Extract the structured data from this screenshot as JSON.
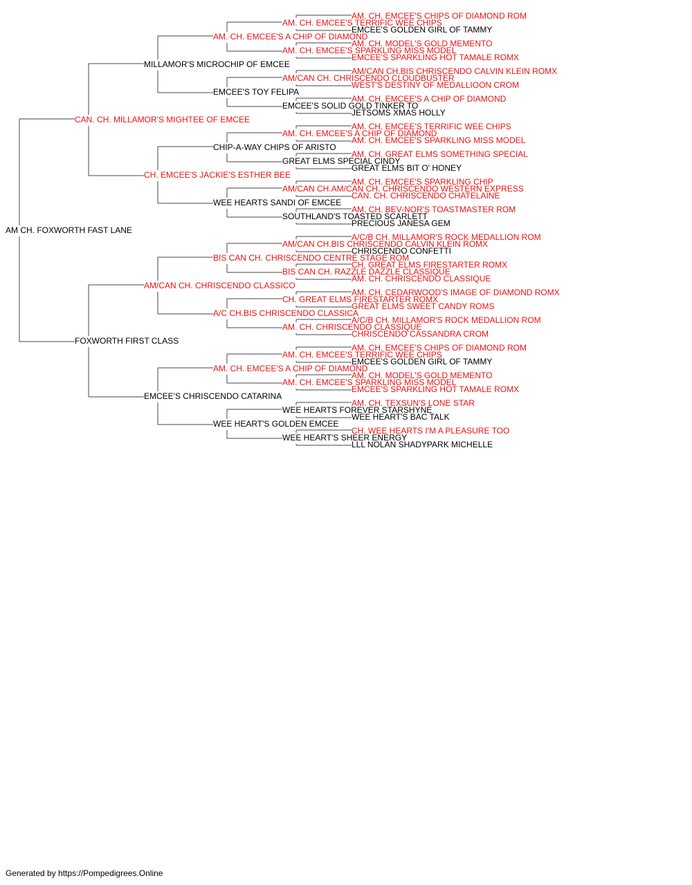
{
  "colors": {
    "champion": "#ee1111",
    "normal": "#000000",
    "line": "#444444"
  },
  "pedigree": {
    "name": "AM CH. FOXWORTH FAST LANE",
    "sire": {
      "name": "CAN. CH. MILLAMOR'S MIGHTEE OF EMCEE",
      "ch": true,
      "sire": {
        "name": "MILLAMOR'S MICROCHIP OF EMCEE",
        "sire": {
          "name": "AM. CH. EMCEE'S A CHIP OF DIAMOND",
          "ch": true,
          "sire": {
            "name": "AM. CH. EMCEE'S TERRIFIC WEE CHIPS",
            "ch": true,
            "sire": {
              "name": "AM. CH. EMCEE'S CHIPS OF DIAMOND ROM",
              "ch": true
            },
            "dam": {
              "name": "EMCEE'S GOLDEN GIRL OF TAMMY"
            }
          },
          "dam": {
            "name": "AM. CH. EMCEE'S SPARKLING MISS MODEL",
            "ch": true,
            "sire": {
              "name": "AM. CH. MODEL'S GOLD MEMENTO",
              "ch": true
            },
            "dam": {
              "name": "EMCEE'S SPARKLING HOT TAMALE ROMX",
              "ch": true
            }
          }
        },
        "dam": {
          "name": "EMCEE'S TOY FELIPA",
          "sire": {
            "name": "AM/CAN CH. CHRISCENDO CLOUDBUSTER",
            "ch": true,
            "sire": {
              "name": "AM/CAN CH.BIS CHRISCENDO CALVIN KLEIN ROMX",
              "ch": true
            },
            "dam": {
              "name": "WEST'S DESTINY OF MEDALLIOON CROM",
              "ch": true
            }
          },
          "dam": {
            "name": "EMCEE'S SOLID GOLD TINKER TO",
            "sire": {
              "name": "AM. CH. EMCEE'S A CHIP OF DIAMOND",
              "ch": true
            },
            "dam": {
              "name": "JETSOMS XMAS HOLLY"
            }
          }
        }
      },
      "dam": {
        "name": "CH. EMCEE'S JACKIE'S ESTHER BEE",
        "ch": true,
        "sire": {
          "name": "CHIP-A-WAY CHIPS OF ARISTO",
          "sire": {
            "name": "AM. CH. EMCEE'S A CHIP OF DIAMOND",
            "ch": true,
            "sire": {
              "name": "AM. CH. EMCEE'S TERRIFIC WEE CHIPS",
              "ch": true
            },
            "dam": {
              "name": "AM. CH. EMCEE'S SPARKLING MISS MODEL",
              "ch": true
            }
          },
          "dam": {
            "name": "GREAT ELMS SPECIAL CINDY",
            "sire": {
              "name": "AM. CH. GREAT ELMS SOMETHING SPECIAL",
              "ch": true
            },
            "dam": {
              "name": "GREAT ELMS BIT O' HONEY"
            }
          }
        },
        "dam": {
          "name": "WEE HEARTS SANDI OF EMCEE",
          "sire": {
            "name": "AM/CAN CH.AM/CAN CH. CHRISCENDO WESTERN EXPRESS",
            "ch": true,
            "sire": {
              "name": "AM. CH. EMCEE'S SPARKLING CHIP",
              "ch": true
            },
            "dam": {
              "name": "CAN. CH. CHRISCENDO CHATELAINE",
              "ch": true
            }
          },
          "dam": {
            "name": "SOUTHLAND'S TOASTED SCARLETT",
            "sire": {
              "name": "AM. CH. BEV-NOR'S TOASTMASTER ROM",
              "ch": true
            },
            "dam": {
              "name": "PRECIOUS JANESA GEM"
            }
          }
        }
      }
    },
    "dam": {
      "name": "FOXWORTH FIRST CLASS",
      "sire": {
        "name": "AM/CAN CH. CHRISCENDO CLASSICO",
        "ch": true,
        "sire": {
          "name": "BIS CAN CH. CHRISCENDO CENTRE STAGE ROM",
          "ch": true,
          "sire": {
            "name": "AM/CAN CH.BIS CHRISCENDO CALVIN KLEIN ROMX",
            "ch": true,
            "sire": {
              "name": "A/C/B CH. MILLAMOR'S ROCK MEDALLION ROM",
              "ch": true
            },
            "dam": {
              "name": "CHRISCENDO CONFETTI"
            }
          },
          "dam": {
            "name": "BIS CAN CH. RAZZLE DAZZLE CLASSIQUE",
            "ch": true,
            "sire": {
              "name": "CH. GREAT ELMS FIRESTARTER ROMX",
              "ch": true
            },
            "dam": {
              "name": "AM. CH. CHRISCENDO CLASSIQUE",
              "ch": true
            }
          }
        },
        "dam": {
          "name": "A/C CH.BIS CHRISCENDO CLASSICA",
          "ch": true,
          "sire": {
            "name": "CH. GREAT ELMS FIRESTARTER ROMX",
            "ch": true,
            "sire": {
              "name": "AM. CH. CEDARWOOD'S IMAGE OF DIAMOND ROMX",
              "ch": true
            },
            "dam": {
              "name": "GREAT ELMS SWEET CANDY ROMS",
              "ch": true
            }
          },
          "dam": {
            "name": "AM. CH. CHRISCENDO CLASSIQUE",
            "ch": true,
            "sire": {
              "name": "A/C/B CH. MILLAMOR'S ROCK MEDALLION ROM",
              "ch": true
            },
            "dam": {
              "name": "CHRISCENDO CASSANDRA CROM",
              "ch": true
            }
          }
        }
      },
      "dam": {
        "name": "EMCEE'S CHRISCENDO CATARINA",
        "sire": {
          "name": "AM. CH. EMCEE'S A CHIP OF DIAMOND",
          "ch": true,
          "sire": {
            "name": "AM. CH. EMCEE'S TERRIFIC WEE CHIPS",
            "ch": true,
            "sire": {
              "name": "AM. CH. EMCEE'S CHIPS OF DIAMOND ROM",
              "ch": true
            },
            "dam": {
              "name": "EMCEE'S GOLDEN GIRL OF TAMMY"
            }
          },
          "dam": {
            "name": "AM. CH. EMCEE'S SPARKLING MISS MODEL",
            "ch": true,
            "sire": {
              "name": "AM. CH. MODEL'S GOLD MEMENTO",
              "ch": true
            },
            "dam": {
              "name": "EMCEE'S SPARKLING HOT TAMALE ROMX",
              "ch": true
            }
          }
        },
        "dam": {
          "name": "WEE HEART'S GOLDEN EMCEE",
          "sire": {
            "name": "WEE HEARTS FOREVER STARSHYNE",
            "sire": {
              "name": "AM. CH. TEXSUN'S LONE STAR",
              "ch": true
            },
            "dam": {
              "name": "WEE HEART'S BAC TALK"
            }
          },
          "dam": {
            "name": "WEE HEART'S SHEER ENERGY",
            "sire": {
              "name": "CH. WEE HEARTS I'M A PLEASURE TOO",
              "ch": true
            },
            "dam": {
              "name": "LLL NOLAN SHADYPARK MICHELLE"
            }
          }
        }
      }
    }
  },
  "footer": "Generated by https://Pompedigrees.Online"
}
